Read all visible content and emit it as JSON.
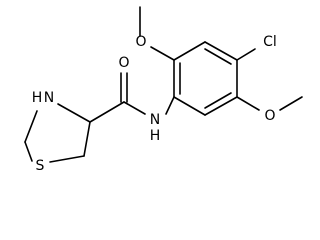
{
  "molecule": {
    "atoms": {
      "carbonyl_oxygen": "O",
      "amide_nitrogen": "N",
      "amide_hydrogen": "H",
      "ring_nitrogen": "N",
      "ring_hydrogen": "H",
      "ring_sulfur": "S",
      "chlorine": "Cl",
      "methoxy_top_oxygen": "O",
      "methoxy_bottom_oxygen": "O"
    },
    "colors": {
      "bond": "#000000",
      "label": "#000000",
      "background": "#ffffff"
    }
  }
}
